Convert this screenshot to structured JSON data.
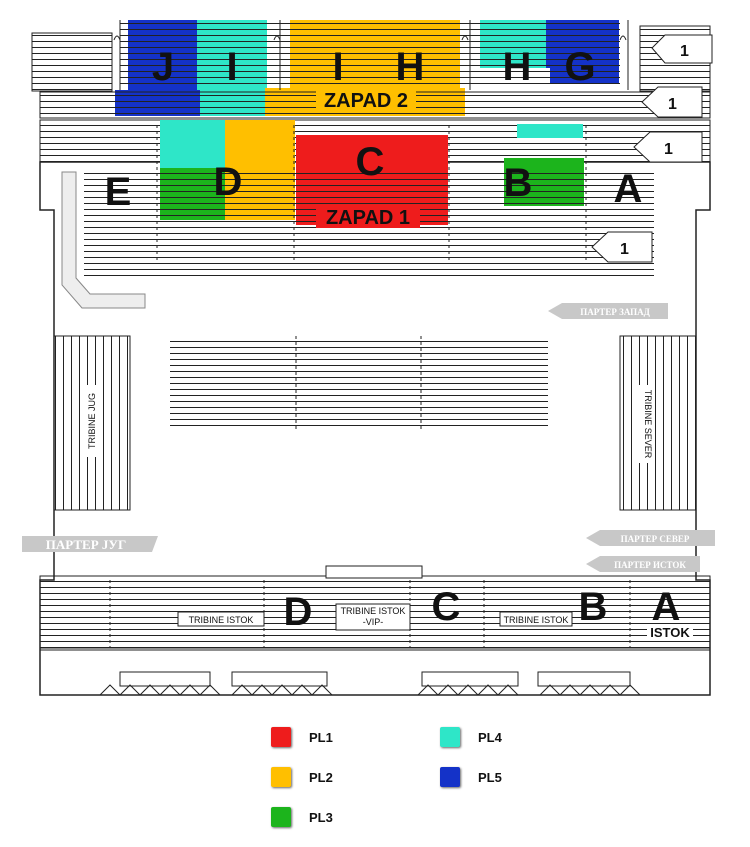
{
  "colors": {
    "pl1": "#ee1c1c",
    "pl2": "#ffbf00",
    "pl3": "#1cb41c",
    "pl4": "#2ee6c8",
    "pl5": "#1432c8",
    "grey": "#c8c8c8"
  },
  "west_upper": {
    "sections": [
      "J",
      "I",
      "I",
      "H",
      "H",
      "G"
    ],
    "zone": "ZAPAD 2"
  },
  "west_lower": {
    "sections": [
      "E",
      "D",
      "C",
      "B",
      "A"
    ],
    "zone": "ZAPAD 1"
  },
  "arrows": [
    "1",
    "1",
    "1",
    "1"
  ],
  "parter": {
    "zapad": "ПАРТЕР ЗАПАД",
    "jug": "ПАРТЕР ЈУГ",
    "sever": "ПАРТЕР СЕВЕР",
    "istok": "ПАРТЕР ИСТОК"
  },
  "tribines": {
    "jug": "TRIBINE JUG",
    "sever": "TRIBINE SEVER"
  },
  "east": {
    "sections": [
      "D",
      "C",
      "B",
      "A"
    ],
    "tribine_left": "TRIBINE ISTOK",
    "tribine_right": "TRIBINE ISTOK",
    "vip_line1": "TRIBINE ISTOK",
    "vip_line2": "-VIP-",
    "name": "ISTOK"
  },
  "legend": [
    {
      "label": "PL1",
      "color": "#ee1c1c"
    },
    {
      "label": "PL2",
      "color": "#ffbf00"
    },
    {
      "label": "PL3",
      "color": "#1cb41c"
    },
    {
      "label": "PL4",
      "color": "#2ee6c8"
    },
    {
      "label": "PL5",
      "color": "#1432c8"
    }
  ]
}
